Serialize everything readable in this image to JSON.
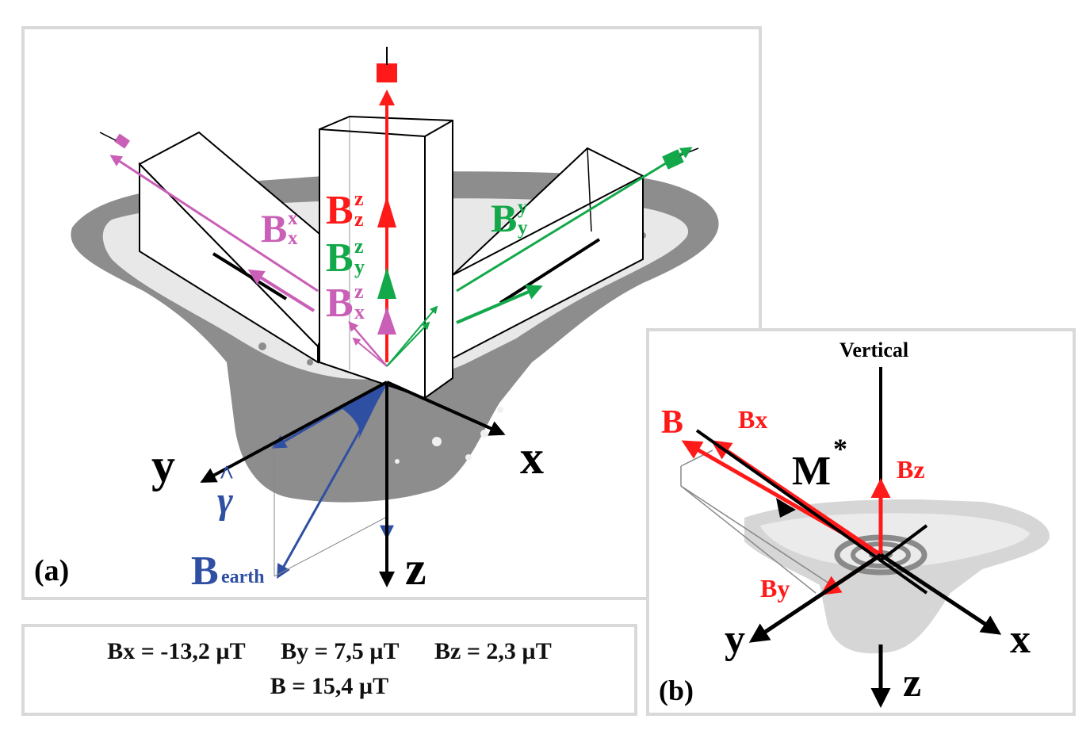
{
  "panel_a": {
    "tag": "(a)",
    "axes": {
      "x": "x",
      "y": "y",
      "z": "z"
    },
    "labels": {
      "bzz": {
        "main": "B",
        "sup": "z",
        "sub": "z"
      },
      "bzy": {
        "main": "B",
        "sup": "z",
        "sub": "y"
      },
      "bzx": {
        "main": "B",
        "sup": "z",
        "sub": "x"
      },
      "bxx": {
        "main": "B",
        "sup": "x",
        "sub": "x"
      },
      "byy": {
        "main": "B",
        "sup": "y",
        "sub": "y"
      },
      "gamma": "γ̂",
      "gamma_hat": "^",
      "gamma_letter": "γ",
      "bearth": {
        "main": "B",
        "sub": "earth"
      }
    },
    "colors": {
      "red": "#ff1a1a",
      "green": "#13a84a",
      "magenta": "#c95fb6",
      "blue": "#2f4fa3",
      "gray": "#8a8a8a",
      "black": "#000000"
    }
  },
  "panel_b": {
    "tag": "(b)",
    "vertical": "Vertical",
    "labels": {
      "B": "B",
      "Bx": "Bx",
      "Bz": "Bz",
      "By": "By",
      "M": "M",
      "M_sup": "*"
    },
    "axes": {
      "x": "x",
      "y": "y",
      "z": "z"
    }
  },
  "values": {
    "bx": "Bx = -13,2 µT",
    "by": "By = 7,5 µT",
    "bz": "Bz = 2,3 µT",
    "b": "B = 15,4 µT"
  }
}
